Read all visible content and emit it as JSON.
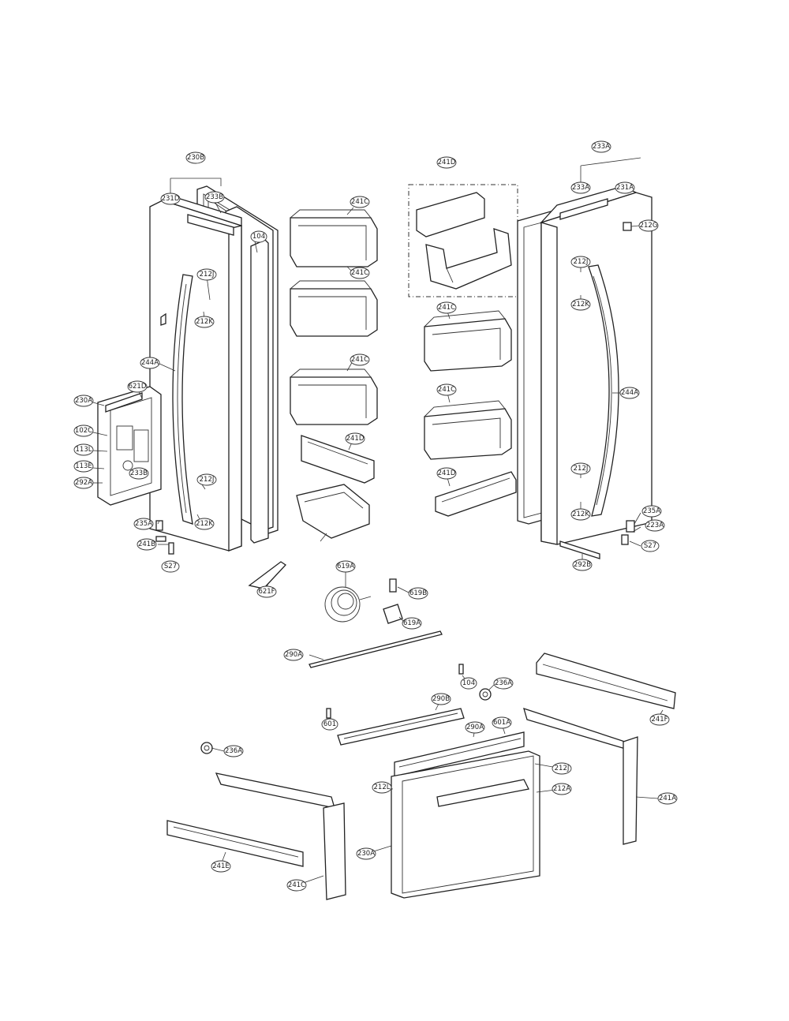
{
  "callouts": [
    {
      "id": "c1",
      "label": "230B"
    },
    {
      "id": "c2",
      "label": "231D"
    },
    {
      "id": "c3",
      "label": "233B"
    },
    {
      "id": "c4",
      "label": "104"
    },
    {
      "id": "c5",
      "label": "212J"
    },
    {
      "id": "c6",
      "label": "212K"
    },
    {
      "id": "c7",
      "label": "244A"
    },
    {
      "id": "c8",
      "label": "621D"
    },
    {
      "id": "c9",
      "label": "230A"
    },
    {
      "id": "c10",
      "label": "102C"
    },
    {
      "id": "c11",
      "label": "113L"
    },
    {
      "id": "c12",
      "label": "113E"
    },
    {
      "id": "c13",
      "label": "233B"
    },
    {
      "id": "c14",
      "label": "292A"
    },
    {
      "id": "c15",
      "label": "212J"
    },
    {
      "id": "c16",
      "label": "212K"
    },
    {
      "id": "c17",
      "label": "235A"
    },
    {
      "id": "c18",
      "label": "241B"
    },
    {
      "id": "c19",
      "label": "S27"
    },
    {
      "id": "c20",
      "label": "241C"
    },
    {
      "id": "c21",
      "label": "241C"
    },
    {
      "id": "c22",
      "label": "241C"
    },
    {
      "id": "c23",
      "label": "241D"
    },
    {
      "id": "c24",
      "label": "241D"
    },
    {
      "id": "c25",
      "label": "233A"
    },
    {
      "id": "c26",
      "label": "233A"
    },
    {
      "id": "c27",
      "label": "231A"
    },
    {
      "id": "c28",
      "label": "212G"
    },
    {
      "id": "c29",
      "label": "212J"
    },
    {
      "id": "c30",
      "label": "212K"
    },
    {
      "id": "c31",
      "label": "244A"
    },
    {
      "id": "c32",
      "label": "212J"
    },
    {
      "id": "c33",
      "label": "212K"
    },
    {
      "id": "c34",
      "label": "241C"
    },
    {
      "id": "c35",
      "label": "241C"
    },
    {
      "id": "c36",
      "label": "241D"
    },
    {
      "id": "c37",
      "label": "235A"
    },
    {
      "id": "c38",
      "label": "223A"
    },
    {
      "id": "c39",
      "label": "S27"
    },
    {
      "id": "c40",
      "label": "292B"
    },
    {
      "id": "c41",
      "label": "621F"
    },
    {
      "id": "c42",
      "label": "619A"
    },
    {
      "id": "c43",
      "label": "619B"
    },
    {
      "id": "c44",
      "label": "619A"
    },
    {
      "id": "c45",
      "label": "290A"
    },
    {
      "id": "c46",
      "label": "104"
    },
    {
      "id": "c47",
      "label": "236A"
    },
    {
      "id": "c48",
      "label": "241F"
    },
    {
      "id": "c49",
      "label": "290B"
    },
    {
      "id": "c50",
      "label": "601"
    },
    {
      "id": "c51",
      "label": "290A"
    },
    {
      "id": "c52",
      "label": "601A"
    },
    {
      "id": "c53",
      "label": "236A"
    },
    {
      "id": "c54",
      "label": "212J"
    },
    {
      "id": "c55",
      "label": "212L"
    },
    {
      "id": "c56",
      "label": "212A"
    },
    {
      "id": "c57",
      "label": "241A"
    },
    {
      "id": "c58",
      "label": "230A"
    },
    {
      "id": "c59",
      "label": "241E"
    },
    {
      "id": "c60",
      "label": "241C"
    }
  ]
}
